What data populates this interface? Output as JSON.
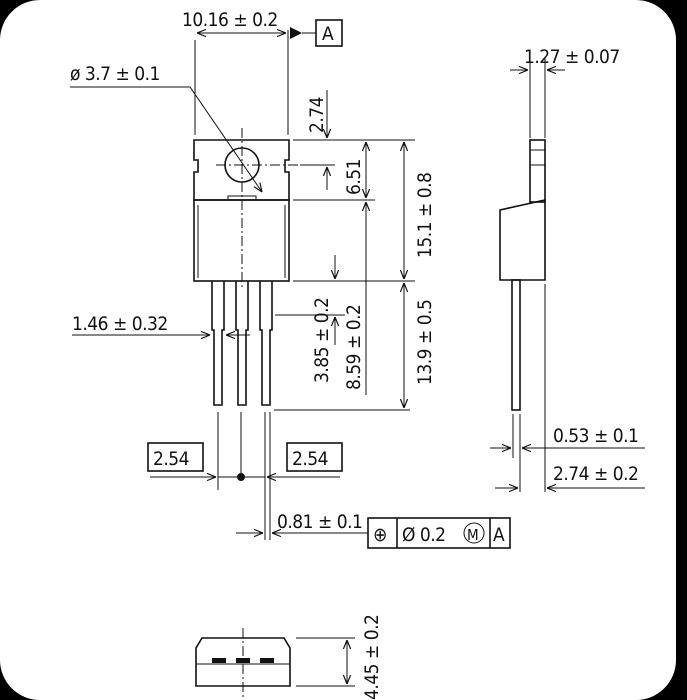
{
  "drawing": {
    "datum_label": "A",
    "dims": {
      "width": "10.16 ± 0.2",
      "hole_diameter": "ø 3.7 ± 0.1",
      "hole_offset": "2.74",
      "tab_height": "6.51",
      "body_height": "15.1 ± 0.8",
      "lead_shoulder": "3.85 ± 0.2",
      "lead_wide": "8.59 ± 0.2",
      "lead_length": "13.9 ± 0.5",
      "lead_width_wide": "1.46 ± 0.32",
      "pitch_left": "2.54",
      "pitch_right": "2.54",
      "lead_width": "0.81 ± 0.1",
      "tab_thickness": "1.27 ± 0.07",
      "lead_thickness": "0.53 ± 0.1",
      "lead_offset": "2.74 ± 0.2",
      "package_thickness": "4.45 ± 0.2"
    },
    "tolerance_frame": {
      "symbol": "⊕",
      "value": "Ø 0.2",
      "modifier": "M",
      "datum": "A"
    }
  },
  "colors": {
    "background": "#ffffff",
    "frame": "#000000",
    "line": "#111111"
  }
}
